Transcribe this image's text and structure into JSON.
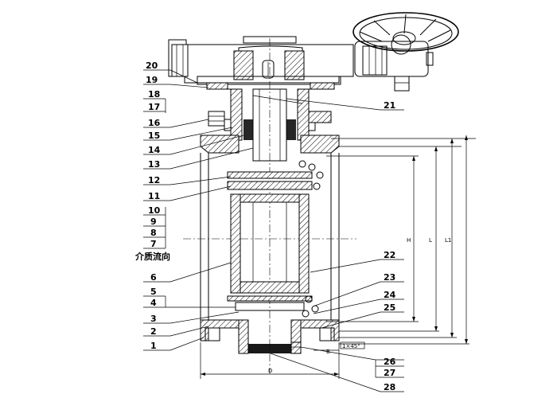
{
  "diagram": {
    "title_note": "介质流向",
    "part_numbers": {
      "left": [
        "20",
        "19",
        "18",
        "17",
        "16",
        "15",
        "14",
        "13",
        "12",
        "11",
        "10",
        "9",
        "8",
        "7",
        "6",
        "5",
        "4",
        "3",
        "2",
        "1"
      ],
      "right": [
        "21",
        "22",
        "23",
        "24",
        "25",
        "26",
        "27",
        "28"
      ]
    },
    "dimensions": {
      "chamfer": "1×45°",
      "bottom_width": "D",
      "bottom_small": "B",
      "heights": [
        "H",
        "L",
        "L1"
      ]
    }
  }
}
